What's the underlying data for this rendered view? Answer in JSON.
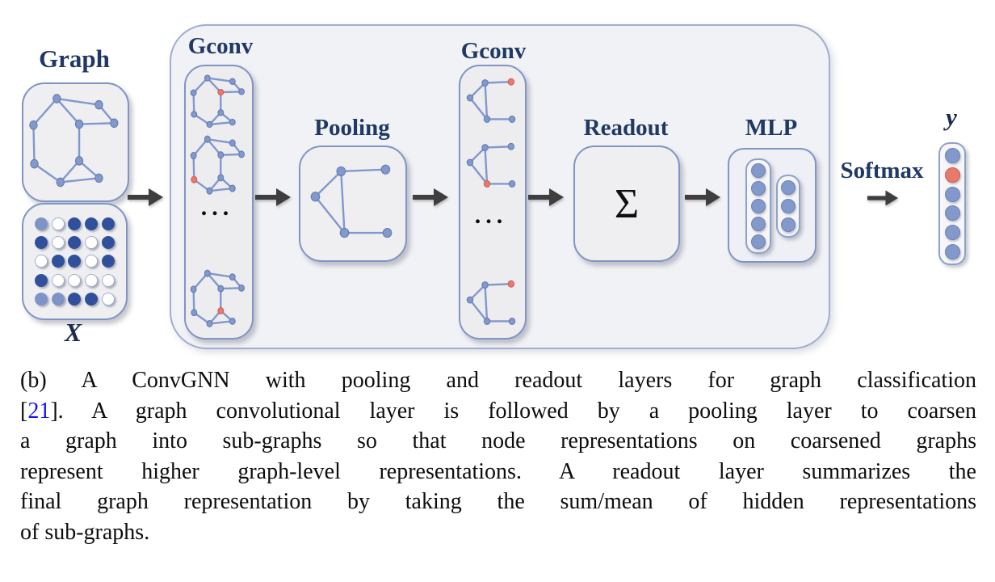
{
  "figure": {
    "input": {
      "graph_label": "Graph",
      "feature_label": "X"
    },
    "stages": {
      "gconv1_label": "Gconv",
      "pooling_label": "Pooling",
      "gconv2_label": "Gconv",
      "readout_label": "Readout",
      "readout_symbol": "Σ",
      "mlp_label": "MLP",
      "softmax_label": "Softmax",
      "output_label": "y",
      "ellipsis": "..."
    },
    "feature_matrix": {
      "rows": [
        [
          "medium",
          "empty",
          "dark",
          "dark",
          "dark"
        ],
        [
          "dark",
          "empty",
          "dark",
          "empty",
          "dark"
        ],
        [
          "empty",
          "dark",
          "dark",
          "empty",
          "dark"
        ],
        [
          "dark",
          "empty",
          "empty",
          "empty",
          "empty"
        ],
        [
          "medium",
          "medium",
          "dark",
          "dark",
          "empty"
        ]
      ],
      "legend": {
        "dark": "#30509c",
        "medium": "#7e94c6",
        "empty": "#ffffff"
      }
    },
    "mlp": {
      "layer_sizes": [
        5,
        3
      ]
    },
    "output_vector": {
      "cells": [
        "blue",
        "red",
        "blue",
        "blue",
        "blue",
        "blue"
      ]
    },
    "colors": {
      "label": "#1f3864",
      "math_label": "#1b2a4a",
      "node": "#8399cb",
      "node_border": "#5f78b0",
      "node_red": "#e87a6d",
      "node_red_border": "#d2594e",
      "edge": "#8298cc",
      "box_fill": "#efeff2",
      "box_border": "#8095c2",
      "container_fill": "#f1f2f6",
      "container_border": "#a0aecd",
      "arrow": "#3e3e3e",
      "citation_link": "#1515f0"
    }
  },
  "caption": {
    "line1": "(b) A ConvGNN with pooling and readout layers for graph classification",
    "line2_pre": "[",
    "line2_ref": "21",
    "line2_post": "]. A graph convolutional layer is followed by a pooling layer to coarsen",
    "line3": "a graph into sub-graphs so that node representations on coarsened graphs",
    "line4": "represent higher graph-level representations. A readout layer summarizes the",
    "line5": "final graph representation by taking the sum/mean of hidden representations",
    "line6": "of sub-graphs."
  }
}
